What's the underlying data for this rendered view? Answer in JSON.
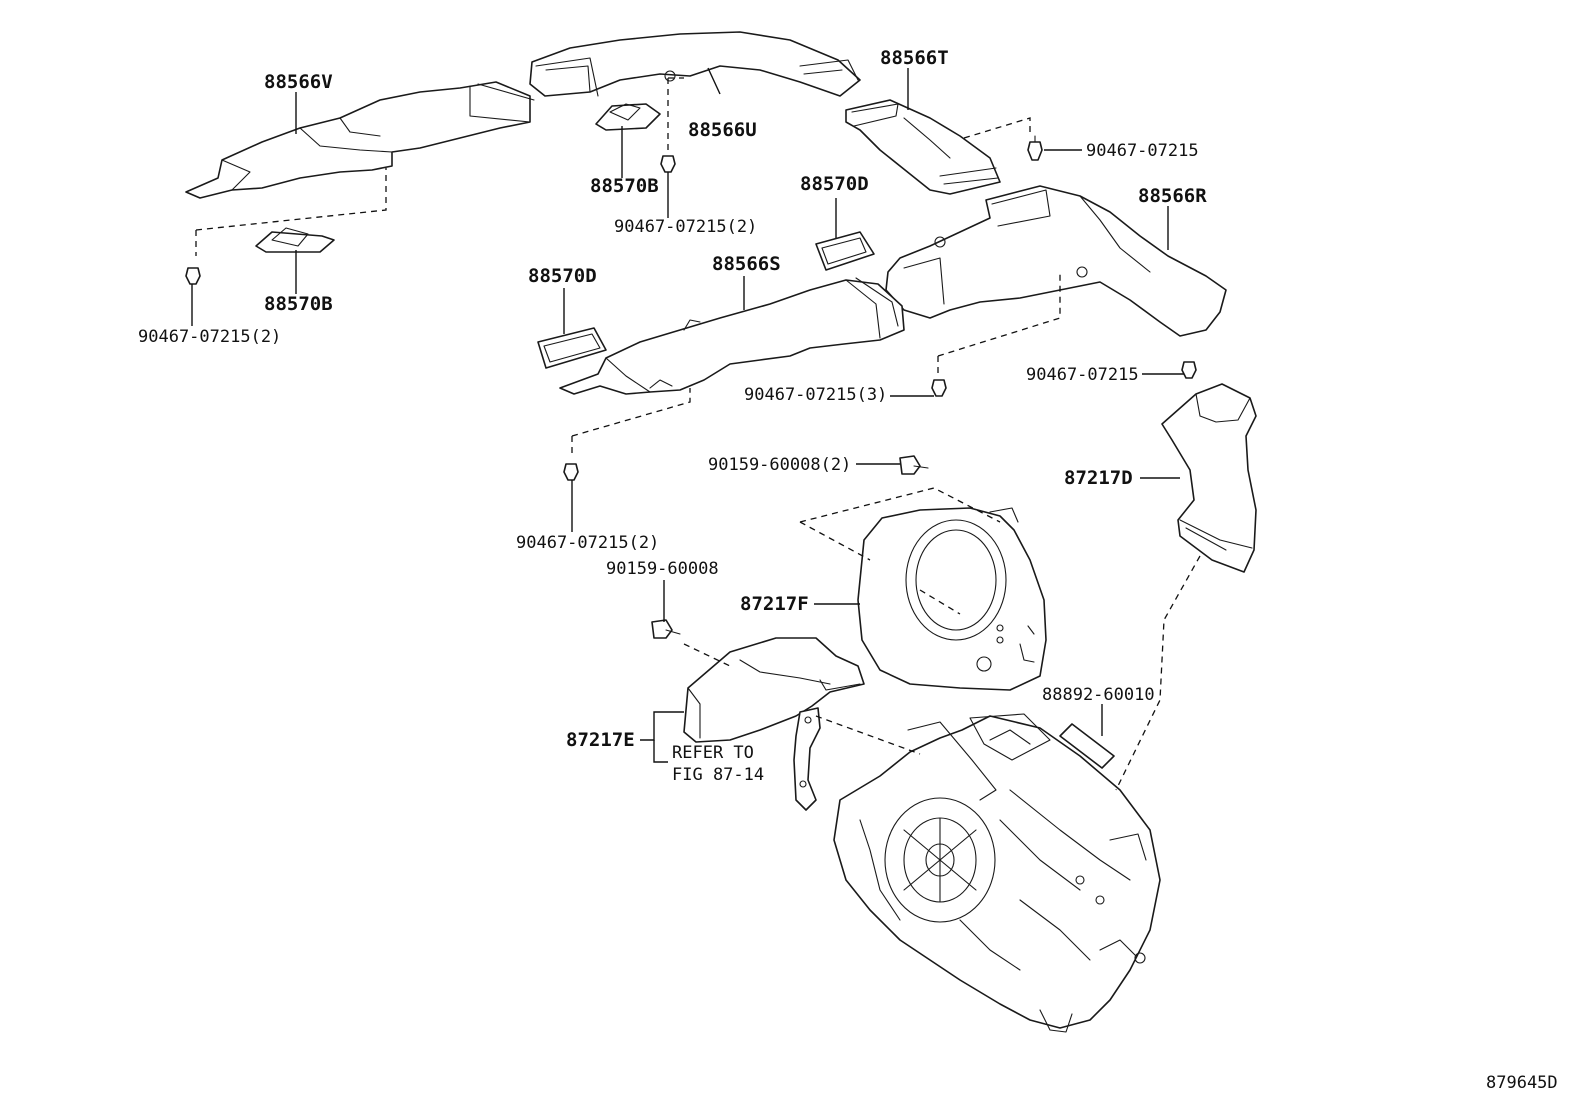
{
  "diagram_id": "879645D",
  "callouts": {
    "p88566V": "88566V",
    "p88566U": "88566U",
    "p88566T": "88566T",
    "p88566R": "88566R",
    "p88566S": "88566S",
    "p88570B_a": "88570B",
    "p88570B_b": "88570B",
    "p88570D_a": "88570D",
    "p88570D_b": "88570D",
    "p87217D": "87217D",
    "p87217F": "87217F",
    "p87217E": "87217E",
    "clip_top_right": "90467-07215",
    "clip_center_2": "90467-07215(2)",
    "clip_left_2": "90467-07215(2)",
    "clip_center_3": "90467-07215(3)",
    "clip_right_mid": "90467-07215",
    "clip_bottom_2": "90467-07215(2)",
    "screw_2": "90159-60008(2)",
    "screw_1": "90159-60008",
    "filter": "88892-60010",
    "refer_line1": "REFER TO",
    "refer_line2": "FIG 87-14"
  }
}
